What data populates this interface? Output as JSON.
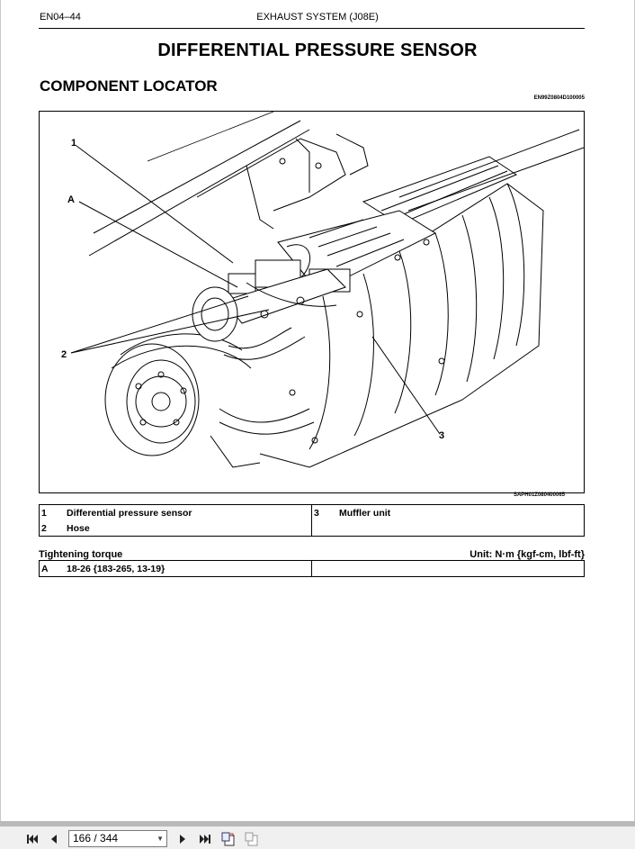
{
  "header": {
    "code": "EN04–44",
    "section": "EXHAUST SYSTEM (J08E)"
  },
  "title": "DIFFERENTIAL PRESSURE SENSOR",
  "section_title": "COMPONENT LOCATOR",
  "figure": {
    "code_top": "EN99Z0804D100005",
    "code_bottom": "SAPH01Z080400065",
    "callouts": [
      "1",
      "A",
      "2",
      "3"
    ]
  },
  "parts": [
    {
      "num": "1",
      "name": "Differential pressure sensor",
      "num2": "3",
      "name2": "Muffler unit"
    },
    {
      "num": "2",
      "name": "Hose",
      "num2": "",
      "name2": ""
    }
  ],
  "torque": {
    "label": "Tightening torque",
    "unit": "Unit: N·m {kgf-cm, lbf-ft}",
    "rows": [
      {
        "key": "A",
        "value": "18-26 {183-265, 13-19}"
      }
    ]
  },
  "viewer": {
    "page_indicator": "166 / 344"
  }
}
